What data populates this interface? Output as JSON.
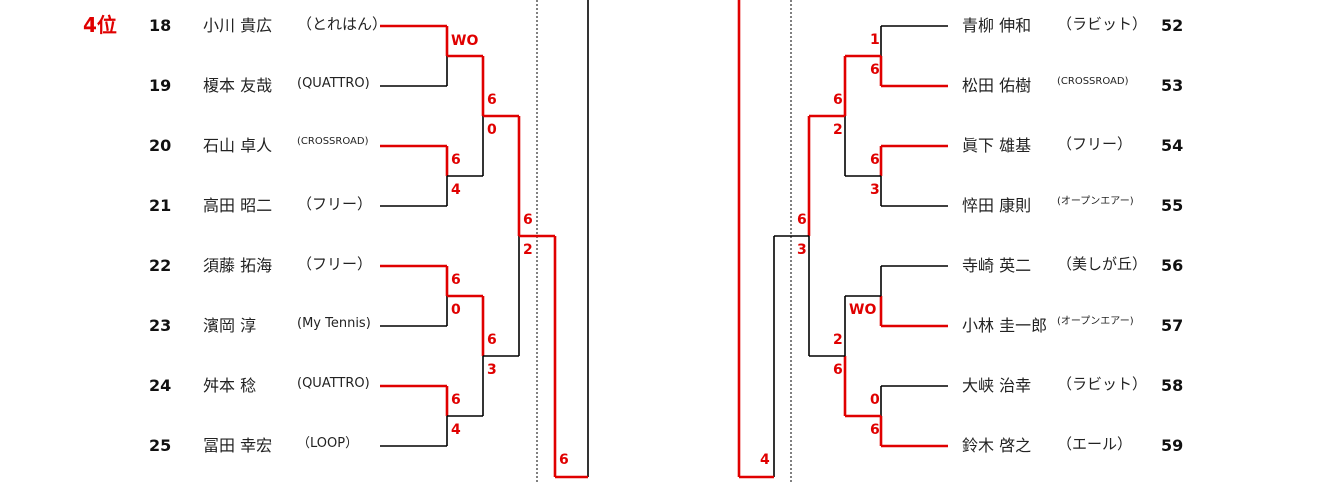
{
  "rank_label": "4位",
  "colors": {
    "win": "#e00000",
    "line": "#000000"
  },
  "left_players": [
    {
      "seed": "18",
      "name": "小川 貴広",
      "club": "（とれはん）"
    },
    {
      "seed": "19",
      "name": "榎本 友哉",
      "club": "(QUATTRO)"
    },
    {
      "seed": "20",
      "name": "石山 卓人",
      "club": "(CROSSROAD)"
    },
    {
      "seed": "21",
      "name": "高田 昭二",
      "club": "（フリー）"
    },
    {
      "seed": "22",
      "name": "須藤 拓海",
      "club": "（フリー）"
    },
    {
      "seed": "23",
      "name": "濱岡 淳",
      "club": "(My Tennis)"
    },
    {
      "seed": "24",
      "name": "舛本 稔",
      "club": "(QUATTRO)"
    },
    {
      "seed": "25",
      "name": "冨田 幸宏",
      "club": "（LOOP）"
    }
  ],
  "right_players": [
    {
      "seed": "52",
      "name": "青柳 伸和",
      "club": "（ラビット）"
    },
    {
      "seed": "53",
      "name": "松田 佑樹",
      "club": "(CROSSROAD)"
    },
    {
      "seed": "54",
      "name": "眞下 雄基",
      "club": "（フリー）"
    },
    {
      "seed": "55",
      "name": "悴田 康則",
      "club": "(オープンエアー)"
    },
    {
      "seed": "56",
      "name": "寺崎 英二",
      "club": "（美しが丘）"
    },
    {
      "seed": "57",
      "name": "小林 圭一郎",
      "club": "(オープンエアー)"
    },
    {
      "seed": "58",
      "name": "大峡 治幸",
      "club": "（ラビット）"
    },
    {
      "seed": "59",
      "name": "鈴木 啓之",
      "club": "（エール）"
    }
  ],
  "left_scores": {
    "r1": [
      [
        "WO",
        ""
      ],
      [
        "6",
        "4"
      ],
      [
        "6",
        "0"
      ],
      [
        "6",
        "4"
      ]
    ],
    "r2": [
      [
        "6",
        "0"
      ],
      [
        "6",
        "3"
      ]
    ],
    "r3": [
      [
        "6",
        "2"
      ]
    ],
    "r4": [
      "6"
    ]
  },
  "right_scores": {
    "r1": [
      [
        "1",
        "6"
      ],
      [
        "6",
        "3"
      ],
      [
        "WO",
        ""
      ],
      [
        "0",
        "6"
      ]
    ],
    "r2": [
      [
        "6",
        "2"
      ],
      [
        "2",
        "6"
      ]
    ],
    "r3": [
      [
        "6",
        "3"
      ]
    ],
    "r4": [
      "4"
    ]
  }
}
